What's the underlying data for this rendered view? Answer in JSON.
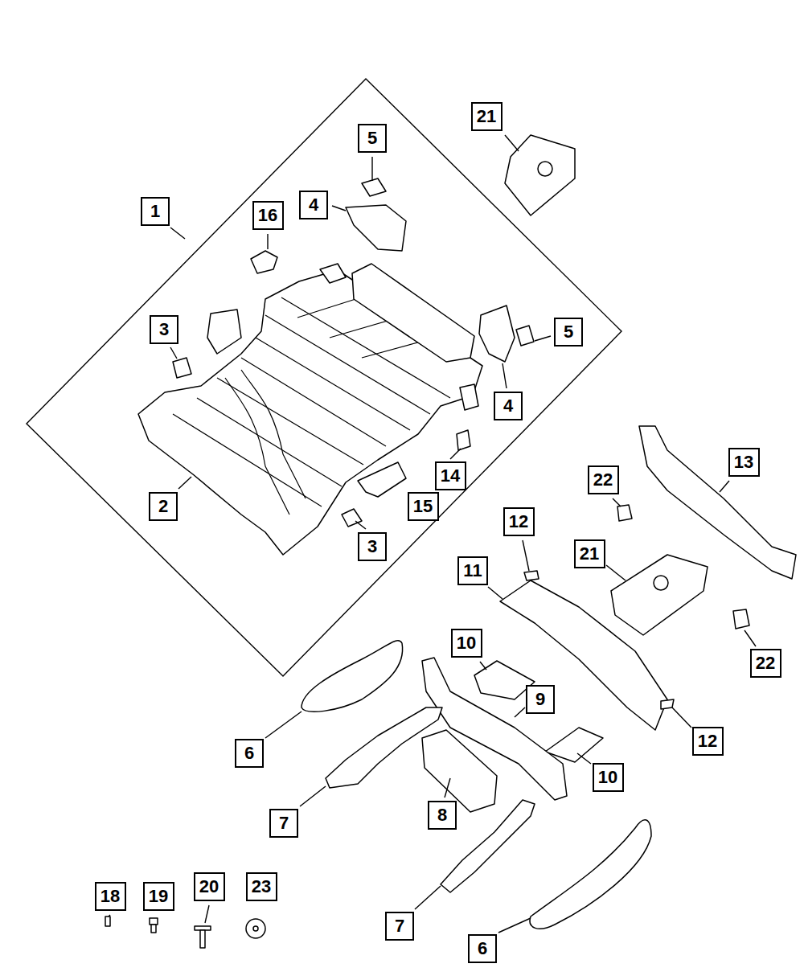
{
  "diagram": {
    "labels": [
      "21",
      "5",
      "1",
      "4",
      "16",
      "3",
      "5",
      "4",
      "13",
      "14",
      "22",
      "15",
      "2",
      "12",
      "3",
      "21",
      "11",
      "10",
      "22",
      "9",
      "12",
      "6",
      "10",
      "8",
      "7",
      "20",
      "23",
      "18",
      "19",
      "7",
      "6"
    ]
  }
}
